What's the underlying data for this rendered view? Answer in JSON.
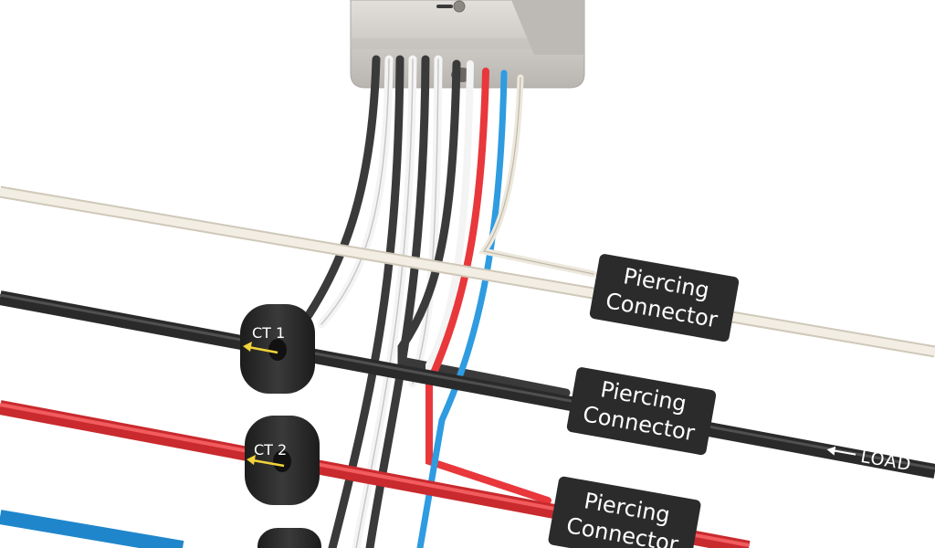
{
  "connectors": [
    {
      "label_line1": "Piercing",
      "label_line2": "Connector"
    },
    {
      "label_line1": "Piercing",
      "label_line2": "Connector"
    },
    {
      "label_line1": "Piercing",
      "label_line2": "Connector"
    }
  ],
  "current_transformers": [
    {
      "label": "CT 1"
    },
    {
      "label": "CT 2"
    }
  ],
  "load_label": "LOAD",
  "colors": {
    "neutral_wire": "#ede8dc",
    "black_wire": "#2f2f2f",
    "red_wire": "#e8383c",
    "blue_wire": "#2f9be0",
    "connector_body": "#2b2b2b",
    "ct_body": "#262626",
    "arrow": "#f2d33a",
    "meter_housing": "#cfcbc6"
  }
}
